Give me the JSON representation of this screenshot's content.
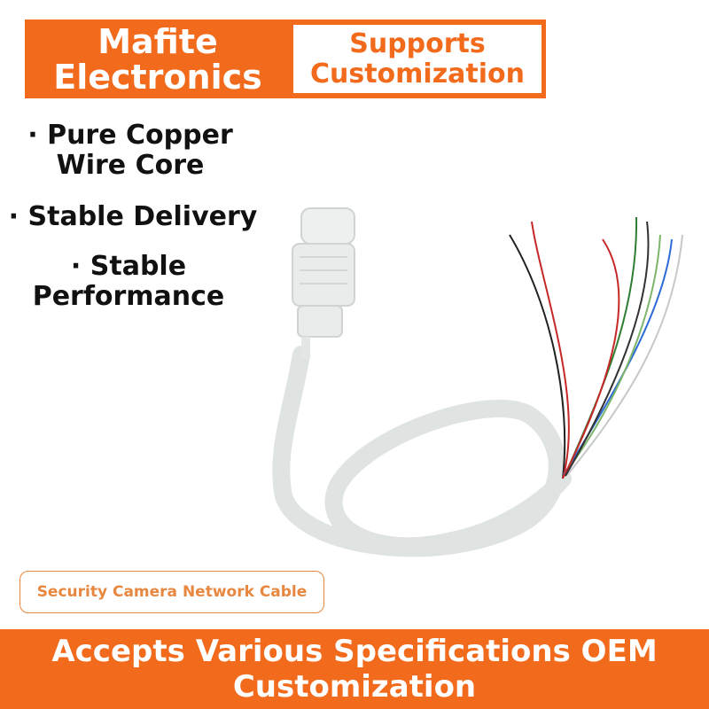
{
  "header": {
    "brand_line1": "Mafite",
    "brand_line2": "Electronics",
    "customization_line1": "Supports",
    "customization_line2": "Customization"
  },
  "features": [
    {
      "line1": "· Pure Copper",
      "line2": "Wire Core"
    },
    {
      "line1": "· Stable Delivery"
    },
    {
      "line1": "· Stable",
      "line2": "Performance"
    }
  ],
  "product_label": "Security Camera Network Cable",
  "footer": {
    "line1": "Accepts Various Specifications OEM",
    "line2": "Customization"
  },
  "colors": {
    "accent": "#f26a1b",
    "label_border": "#e8873f",
    "cable": "#e9ecea"
  },
  "product_image": "security-camera-network-cable-icon"
}
